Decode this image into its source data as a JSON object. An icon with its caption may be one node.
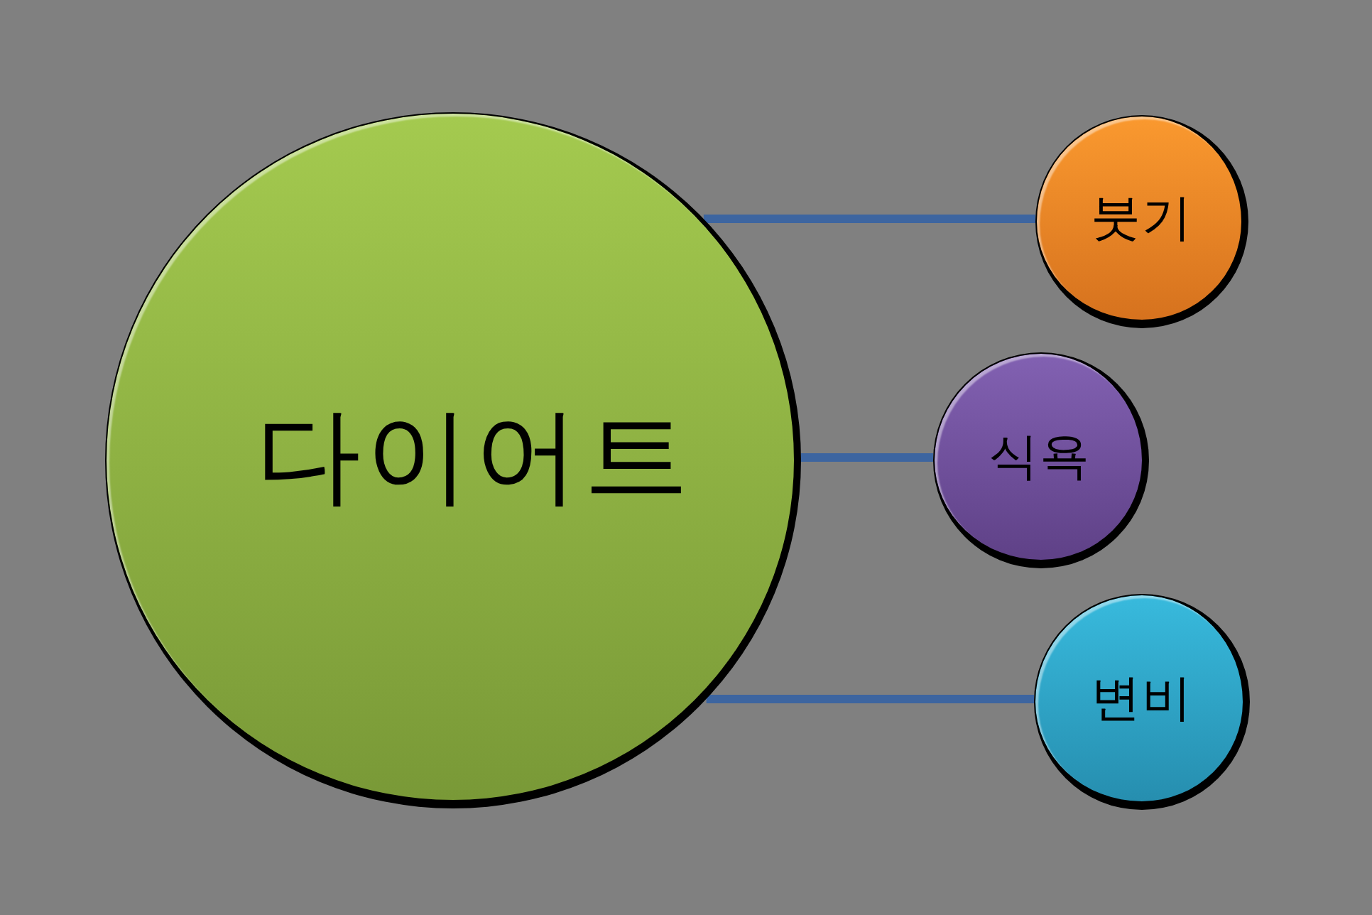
{
  "diagram": {
    "nodes": [
      {
        "text": [
          "다이어트"
        ]
      },
      {
        "text": [
          "붓기"
        ]
      },
      {
        "text": [
          "식욕"
        ]
      },
      {
        "text": [
          "변비"
        ]
      }
    ],
    "edges": [
      {
        "from": 0,
        "to": 1,
        "arrow": "none"
      },
      {
        "from": 0,
        "to": 2,
        "arrow": "none"
      },
      {
        "from": 0,
        "to": 3,
        "arrow": "none"
      }
    ]
  }
}
